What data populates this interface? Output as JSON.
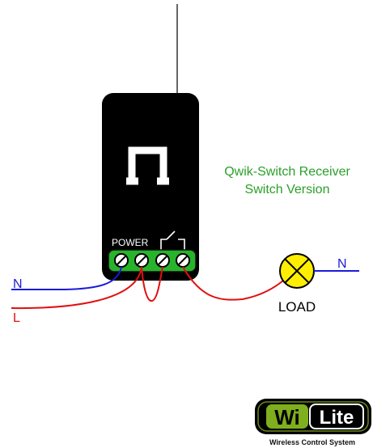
{
  "device": {
    "title_line1": "Qwik-Switch Receiver",
    "title_line2": "Switch Version",
    "power_label": "POWER",
    "pulse_icon": "pulse-symbol-icon"
  },
  "wiring": {
    "neutral_left": "N",
    "live_left": "L",
    "neutral_right": "N",
    "load_label": "LOAD",
    "lamp_icon": "lamp-load-icon",
    "relay_icon": "relay-contact-icon"
  },
  "logo": {
    "wordmark_wi": "Wi",
    "wordmark_lite": "Lite",
    "tagline": "Wireless Control System"
  },
  "colors": {
    "title_green": "#2aa02a",
    "terminal_green": "#27b32b",
    "neutral_blue": "#1b1bdc",
    "live_red": "#e01010",
    "lamp_yellow": "#ffee00"
  }
}
